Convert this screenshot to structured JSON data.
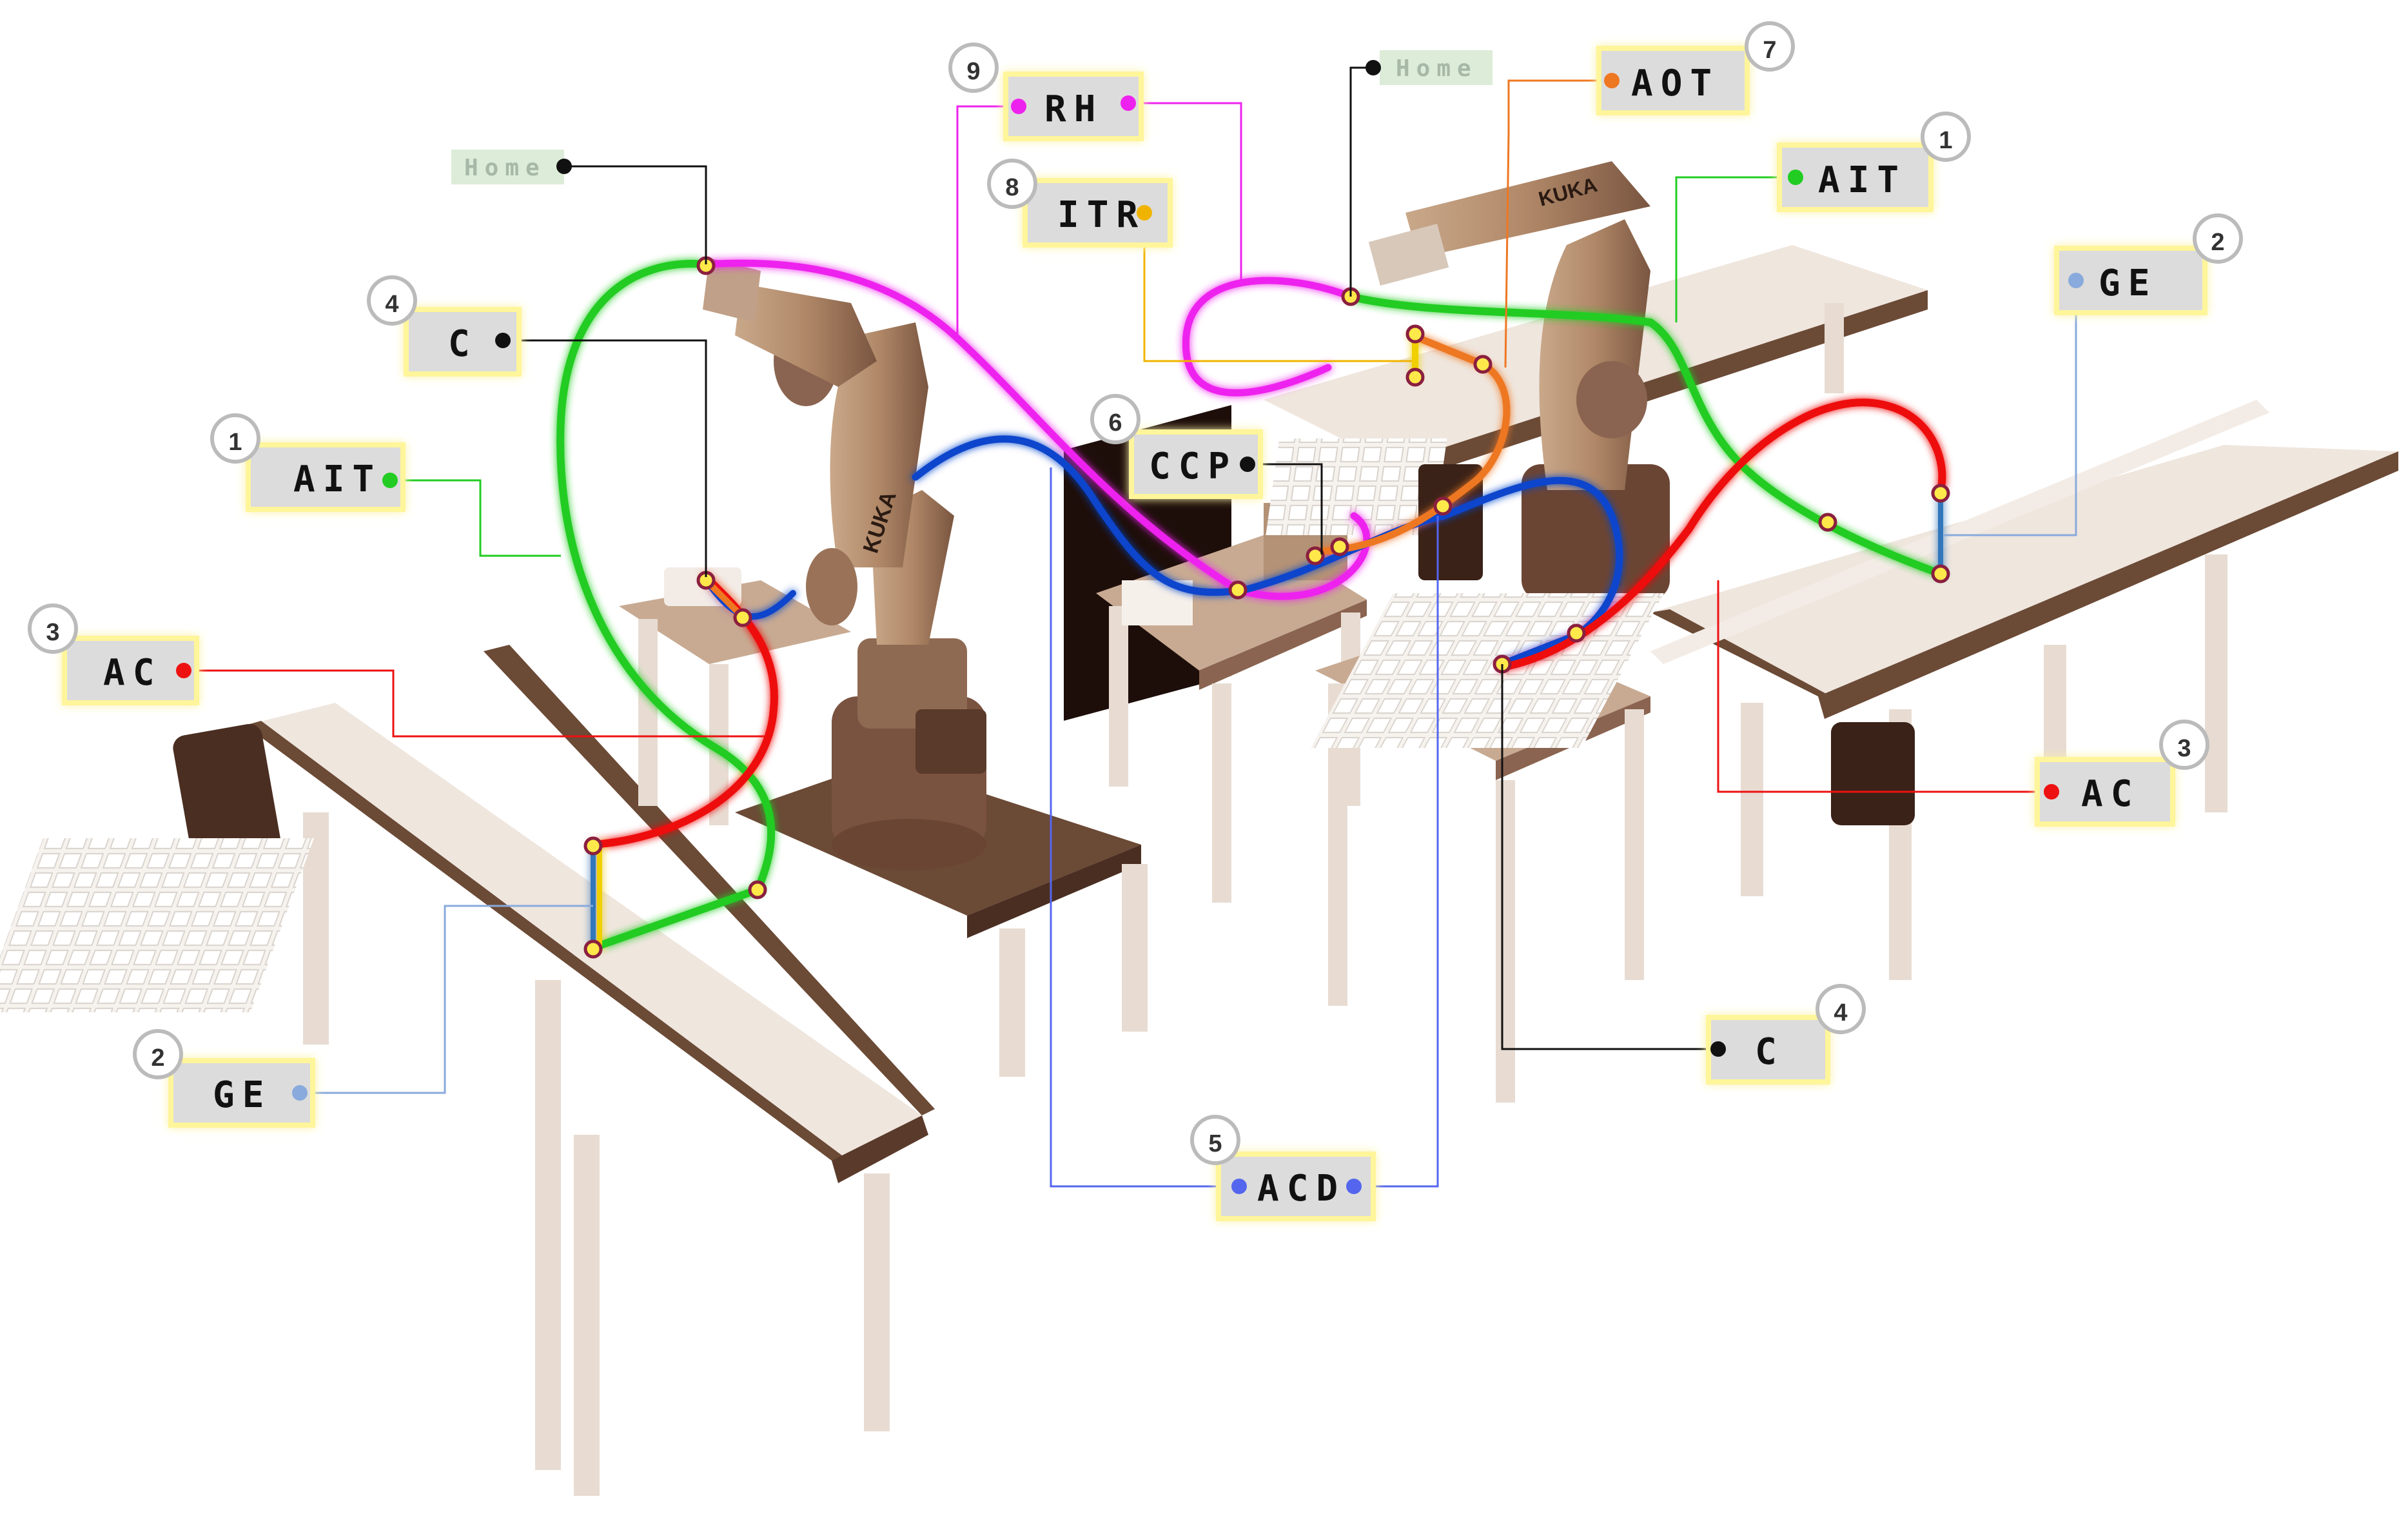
{
  "labels": {
    "ait_left": "AIT",
    "ait_right": "AIT",
    "ac_left": "AC",
    "ac_right": "AC",
    "c_left": "C",
    "c_right": "C",
    "ge_left": "GE",
    "ge_right": "GE",
    "rh": "RH",
    "itr": "ITR",
    "ccp": "CCP",
    "acd": "ACD",
    "aot": "AOT",
    "home_left": "Home",
    "home_right": "Home"
  },
  "numbers": {
    "n1_left": "1",
    "n1_right": "1",
    "n2_left": "2",
    "n2_right": "2",
    "n3_left": "3",
    "n3_right": "3",
    "n4_left": "4",
    "n4_right": "4",
    "n5": "5",
    "n6": "6",
    "n7": "7",
    "n8": "8",
    "n9": "9"
  },
  "robot_brand": "KUKA",
  "colors": {
    "ait": "#22cc22",
    "ac": "#ee1111",
    "c": "#111111",
    "ge": "#88aadd",
    "rh": "#ee22ee",
    "itr": "#f0b400",
    "ccp": "#111111",
    "acd": "#5566ee",
    "aot": "#ee7722",
    "path_blue": "#1144cc",
    "label_bg": "#dcdcdc",
    "label_glow": "#fff59a",
    "home_bg": "#dcecd8",
    "machine": "#b08868",
    "machine_dark": "#5a3a2a"
  }
}
